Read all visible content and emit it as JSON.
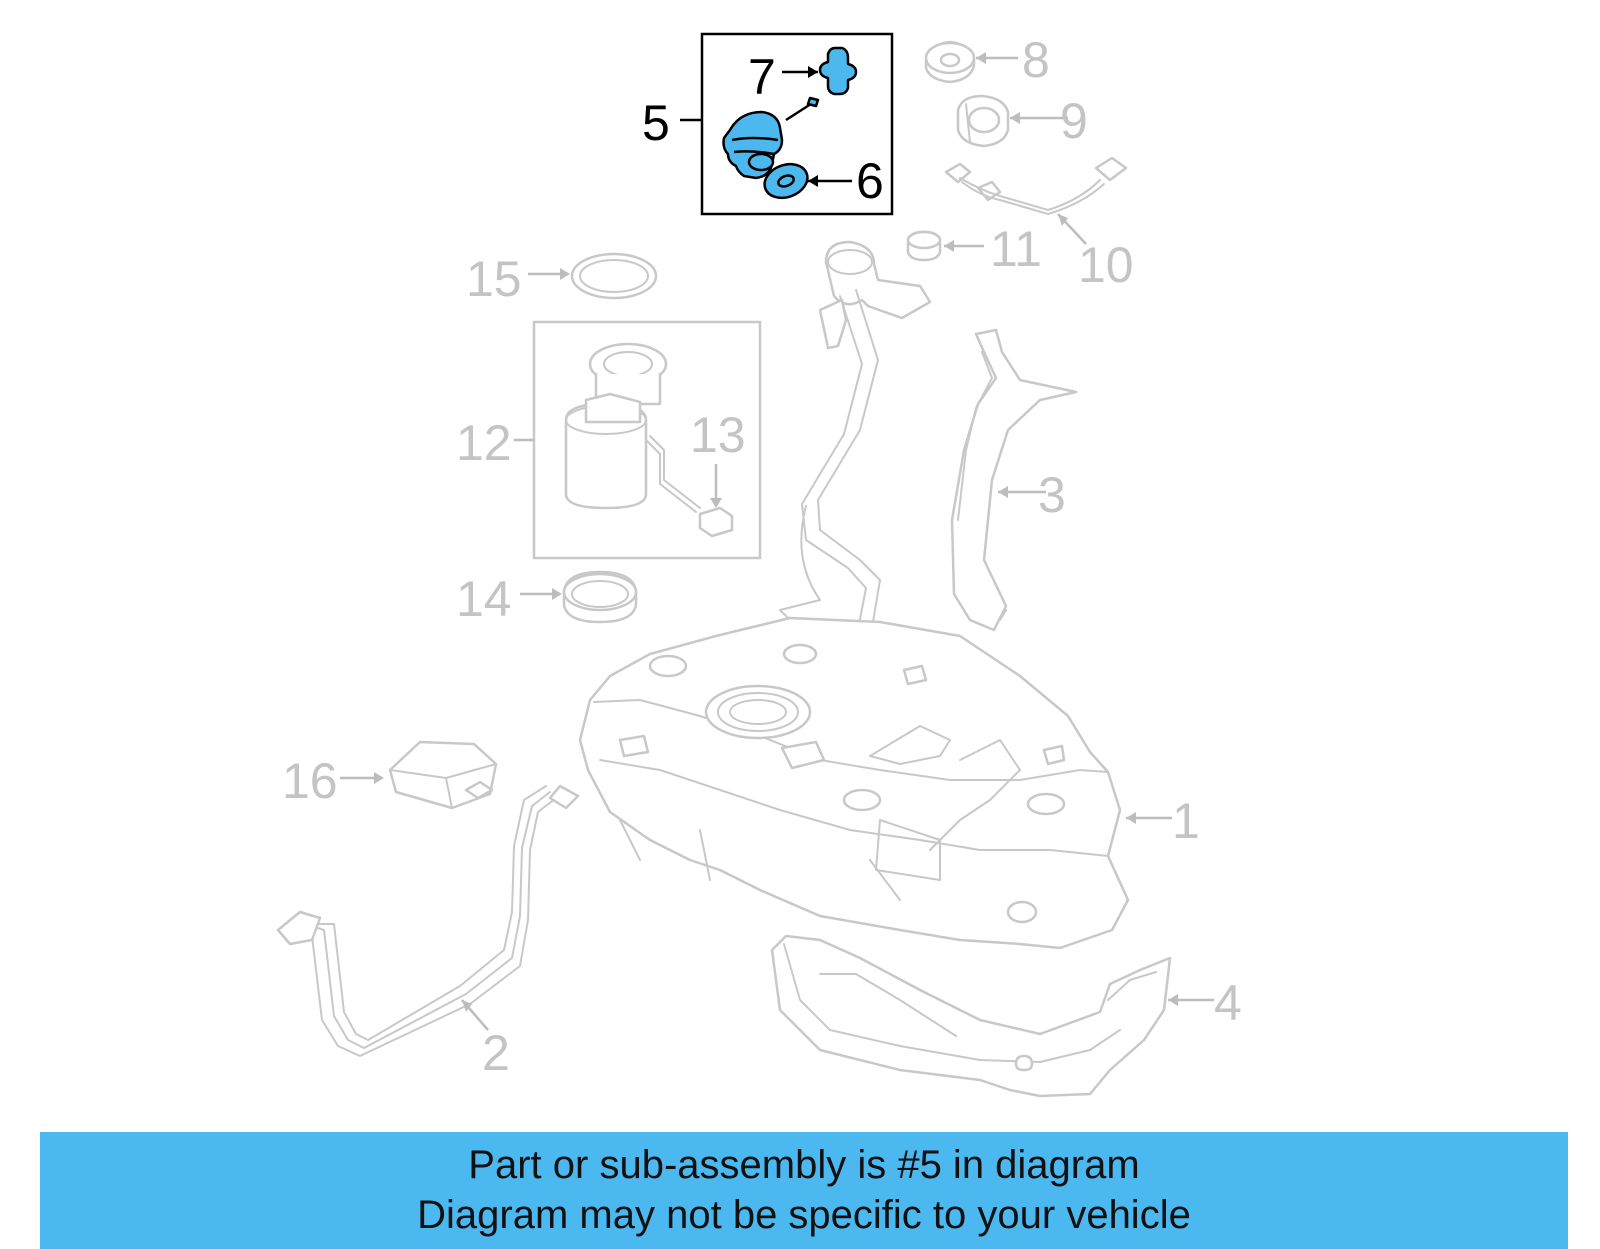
{
  "callouts": {
    "c1": "1",
    "c2": "2",
    "c3": "3",
    "c4": "4",
    "c5": "5",
    "c6": "6",
    "c7": "7",
    "c8": "8",
    "c9": "9",
    "c10": "10",
    "c11": "11",
    "c12": "12",
    "c13": "13",
    "c14": "14",
    "c15": "15",
    "c16": "16"
  },
  "highlighted_part": "5",
  "colors": {
    "highlight": "#4cb8ee",
    "footer_bg": "#4cb8f0",
    "inactive_part": "#c8c8c8"
  },
  "footer": {
    "line1": "Part or sub-assembly is #5 in diagram",
    "line2": "Diagram may not be specific to your vehicle"
  }
}
